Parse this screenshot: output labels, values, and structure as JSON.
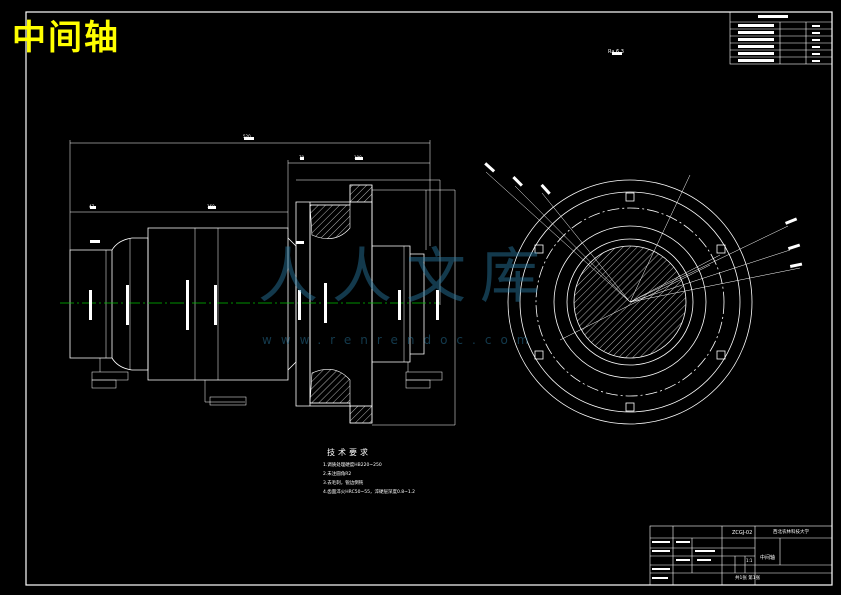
{
  "drawing_title": "中间轴",
  "colors": {
    "background": "#000000",
    "line": "#ffffff",
    "title": "#ffff00",
    "centerline": "#00c000",
    "watermark": "#2a7fa8"
  },
  "surface_note": "Ra 6.3",
  "dimensions": {
    "overall_length": "520",
    "left_segment": "47",
    "journal_length": "100",
    "section_length": "160",
    "gear_width": "70"
  },
  "technical_requirements": {
    "title": "技术要求",
    "notes": [
      "1.调质处理硬度HB220~250",
      "2.未注圆角R2",
      "3.去毛刺，锐边倒钝",
      "4.齿面淬火HRC50~55，淬硬层深度0.8~1.2"
    ]
  },
  "title_block": {
    "drawing_number": "ZCGJ-02",
    "part_name": "中间轴",
    "company": "西北农林科技大学",
    "sheet": "共1张 第1张",
    "scale": "1:1"
  },
  "watermark": {
    "text": "人人文库",
    "url": "www.renrendoc.com"
  }
}
